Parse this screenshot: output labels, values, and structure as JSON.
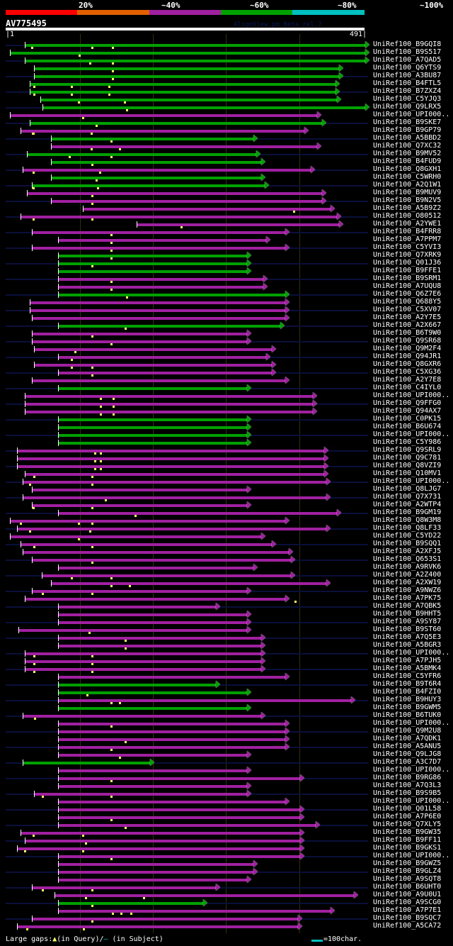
{
  "header": {
    "percent_labels": [
      "20%",
      "~40%",
      "~60%",
      "~80%",
      "~100%"
    ],
    "percent_colors": [
      "#ff0000",
      "#e06000",
      "#a020a0",
      "#00a000",
      "#00c0c0"
    ],
    "query_id": "AV775495",
    "version": "AlignView.pm Beta rel.7",
    "ruler_start": "|1",
    "ruler_end": "491|",
    "query_length": 491
  },
  "colors": {
    "g": "#00a000",
    "m": "#a020a0",
    "gap_marker": "#ffff66",
    "navy": "#0a0f3a"
  },
  "rows": [
    [
      "UniRef100_B9GQI8",
      24,
      491,
      "g",
      [
        34,
        116,
        145
      ]
    ],
    [
      "UniRef100_B9S517",
      4,
      491,
      "g",
      [
        99
      ]
    ],
    [
      "UniRef100_A7QAD5",
      24,
      491,
      "g",
      [
        114,
        145
      ]
    ],
    [
      "UniRef100_Q6YTS9",
      37,
      455,
      "g",
      [
        145
      ]
    ],
    [
      "UniRef100_A3BU87",
      37,
      455,
      "g",
      [
        145
      ]
    ],
    [
      "UniRef100_B4FTL5",
      31,
      450,
      "g",
      [
        37,
        88,
        140
      ]
    ],
    [
      "UniRef100_B7ZXZ4",
      31,
      450,
      "g",
      [
        37,
        88,
        140
      ]
    ],
    [
      "UniRef100_C5YJQ3",
      46,
      452,
      "g",
      [
        98,
        161
      ]
    ],
    [
      "UniRef100_Q9LRX5",
      49,
      491,
      "g",
      [
        164
      ]
    ],
    [
      "UniRef100_UPI000..",
      4,
      425,
      "m",
      [
        104
      ]
    ],
    [
      "UniRef100_B9SKE7",
      31,
      432,
      "g",
      [
        122
      ]
    ],
    [
      "UniRef100_B9GP79",
      18,
      408,
      "m",
      [
        35,
        36,
        115
      ]
    ],
    [
      "UniRef100_A5BBD2",
      60,
      338,
      "g",
      [
        143
      ]
    ],
    [
      "UniRef100_Q7XC32",
      60,
      425,
      "m",
      [
        115,
        154
      ]
    ],
    [
      "UniRef100_B9MV52",
      27,
      342,
      "g",
      [
        85,
        143
      ]
    ],
    [
      "UniRef100_B4FUD9",
      60,
      348,
      "g",
      [
        116
      ]
    ],
    [
      "UniRef100_Q8GXH1",
      21,
      416,
      "m",
      [
        36,
        127
      ]
    ],
    [
      "UniRef100_C5WRH0",
      60,
      348,
      "g",
      [
        122
      ]
    ],
    [
      "UniRef100_A2Q1W1",
      34,
      353,
      "g",
      [
        36,
        124
      ]
    ],
    [
      "UniRef100_B9MUV9",
      27,
      432,
      "m",
      [
        116
      ]
    ],
    [
      "UniRef100_B9N2V5",
      60,
      432,
      "m",
      [
        116
      ]
    ],
    [
      "UniRef100_A5B9Z2",
      104,
      443,
      "m",
      [
        393
      ]
    ],
    [
      "UniRef100_O80512",
      18,
      452,
      "m",
      [
        36,
        116
      ]
    ],
    [
      "UniRef100_A2YWE1",
      178,
      455,
      "m",
      [
        239
      ]
    ],
    [
      "UniRef100_B4FRR8",
      34,
      381,
      "m",
      [
        143
      ]
    ],
    [
      "UniRef100_A7PPM7",
      70,
      355,
      "m",
      [
        143
      ]
    ],
    [
      "UniRef100_C5YVI3",
      34,
      381,
      "m",
      [
        143
      ]
    ],
    [
      "UniRef100_Q7XRK9",
      70,
      329,
      "g",
      [
        143
      ]
    ],
    [
      "UniRef100_Q01J36",
      70,
      329,
      "g",
      [
        116
      ]
    ],
    [
      "UniRef100_B9FFE1",
      70,
      329,
      "g",
      []
    ],
    [
      "UniRef100_B9SRM1",
      70,
      351,
      "m",
      [
        143
      ]
    ],
    [
      "UniRef100_A7UQU8",
      70,
      351,
      "m",
      [
        143
      ]
    ],
    [
      "UniRef100_Q6Z7E6",
      70,
      381,
      "g",
      [
        164
      ]
    ],
    [
      "UniRef100_Q688Y5",
      31,
      381,
      "m",
      []
    ],
    [
      "UniRef100_C5XV07",
      31,
      381,
      "m",
      []
    ],
    [
      "UniRef100_A2Y7E5",
      34,
      381,
      "m",
      []
    ],
    [
      "UniRef100_A2X667",
      70,
      375,
      "g",
      [
        162
      ]
    ],
    [
      "UniRef100_B6T9W0",
      34,
      329,
      "m",
      [
        116
      ]
    ],
    [
      "UniRef100_Q9SR68",
      34,
      329,
      "m",
      [
        143
      ]
    ],
    [
      "UniRef100_Q9M2F4",
      37,
      363,
      "m",
      [
        93
      ]
    ],
    [
      "UniRef100_Q94JR1",
      70,
      355,
      "m",
      [
        88
      ]
    ],
    [
      "UniRef100_Q8GXR6",
      37,
      363,
      "m",
      [
        88,
        116
      ]
    ],
    [
      "UniRef100_C5XG36",
      70,
      363,
      "m",
      [
        116
      ]
    ],
    [
      "UniRef100_A2Y7E8",
      34,
      381,
      "m",
      []
    ],
    [
      "UniRef100_C4IYL0",
      70,
      329,
      "g",
      []
    ],
    [
      "UniRef100_UPI000..",
      24,
      419,
      "m",
      [
        128,
        146
      ]
    ],
    [
      "UniRef100_Q9FFG0",
      24,
      419,
      "m",
      [
        128,
        146
      ]
    ],
    [
      "UniRef100_Q94AX7",
      24,
      419,
      "m",
      [
        128,
        146
      ]
    ],
    [
      "UniRef100_C0PK15",
      70,
      329,
      "g",
      []
    ],
    [
      "UniRef100_B6U674",
      70,
      329,
      "g",
      []
    ],
    [
      "UniRef100_UPI000..",
      70,
      329,
      "g",
      []
    ],
    [
      "UniRef100_C5Y986",
      70,
      329,
      "g",
      []
    ],
    [
      "UniRef100_Q9SRL9",
      14,
      435,
      "m",
      [
        120,
        128
      ]
    ],
    [
      "UniRef100_Q9C781",
      14,
      435,
      "m",
      [
        120,
        128
      ]
    ],
    [
      "UniRef100_Q8VZI9",
      14,
      435,
      "m",
      [
        120,
        128
      ]
    ],
    [
      "UniRef100_Q10MV1",
      24,
      435,
      "m",
      [
        37,
        116
      ]
    ],
    [
      "UniRef100_UPI000..",
      21,
      438,
      "m",
      [
        31,
        116
      ]
    ],
    [
      "UniRef100_Q8LJG7",
      34,
      329,
      "m",
      []
    ],
    [
      "UniRef100_Q7X731",
      21,
      438,
      "m",
      [
        135
      ]
    ],
    [
      "UniRef100_A2WTP4",
      34,
      329,
      "m",
      [
        36,
        116
      ]
    ],
    [
      "UniRef100_B9GM19",
      70,
      452,
      "m",
      [
        176
      ]
    ],
    [
      "UniRef100_Q8W3M8",
      4,
      381,
      "m",
      [
        18,
        98,
        116
      ]
    ],
    [
      "UniRef100_Q8LF33",
      14,
      438,
      "m",
      [
        31,
        114
      ]
    ],
    [
      "UniRef100_C5YD22",
      4,
      348,
      "m",
      [
        98
      ]
    ],
    [
      "UniRef100_B9SQQ1",
      18,
      363,
      "m",
      [
        37,
        116
      ]
    ],
    [
      "UniRef100_A2XFJ5",
      21,
      386,
      "m",
      []
    ],
    [
      "UniRef100_Q653S1",
      34,
      389,
      "m",
      [
        116
      ]
    ],
    [
      "UniRef100_A9RVK6",
      70,
      338,
      "m",
      []
    ],
    [
      "UniRef100_A2Z400",
      48,
      389,
      "m",
      [
        88,
        143
      ]
    ],
    [
      "UniRef100_A2XW19",
      60,
      438,
      "m",
      [
        143,
        168
      ]
    ],
    [
      "UniRef100_A9NWZ6",
      34,
      329,
      "m",
      [
        49,
        116
      ]
    ],
    [
      "UniRef100_A7PK75",
      24,
      381,
      "m",
      [
        395
      ]
    ],
    [
      "UniRef100_A7QBK5",
      70,
      286,
      "m",
      []
    ],
    [
      "UniRef100_B9HHT5",
      70,
      329,
      "m",
      []
    ],
    [
      "UniRef100_A9SY87",
      70,
      329,
      "m",
      []
    ],
    [
      "UniRef100_B9ST60",
      16,
      329,
      "m",
      [
        113
      ]
    ],
    [
      "UniRef100_A7Q5E3",
      70,
      348,
      "m",
      [
        162
      ]
    ],
    [
      "UniRef100_A5BGR3",
      70,
      348,
      "m",
      [
        162
      ]
    ],
    [
      "UniRef100_UPI000..",
      24,
      348,
      "m",
      [
        37,
        116
      ]
    ],
    [
      "UniRef100_A7PJH5",
      24,
      348,
      "m",
      [
        37,
        116
      ]
    ],
    [
      "UniRef100_A5BMK4",
      24,
      348,
      "m",
      [
        37,
        116
      ]
    ],
    [
      "UniRef100_C5YFR6",
      70,
      381,
      "m",
      []
    ],
    [
      "UniRef100_B9T6R4",
      70,
      286,
      "g",
      []
    ],
    [
      "UniRef100_B4FZI0",
      70,
      329,
      "g",
      [
        110
      ]
    ],
    [
      "UniRef100_B9HUY3",
      70,
      472,
      "m",
      [
        143,
        154
      ]
    ],
    [
      "UniRef100_B9GWM5",
      70,
      329,
      "g",
      []
    ],
    [
      "UniRef100_B6TUK0",
      21,
      348,
      "m",
      [
        38
      ]
    ],
    [
      "UniRef100_UPI000..",
      70,
      381,
      "m",
      [
        143
      ]
    ],
    [
      "UniRef100_Q9M2U8",
      70,
      381,
      "m",
      []
    ],
    [
      "UniRef100_A7QDK1",
      70,
      381,
      "m",
      [
        162
      ]
    ],
    [
      "UniRef100_A5ANU5",
      70,
      381,
      "m",
      [
        143
      ]
    ],
    [
      "UniRef100_Q9LJG8",
      70,
      329,
      "m",
      [
        154
      ]
    ],
    [
      "UniRef100_A3C7D7",
      21,
      196,
      "g",
      []
    ],
    [
      "UniRef100_UPI000..",
      70,
      329,
      "m",
      []
    ],
    [
      "UniRef100_B9RG86",
      70,
      402,
      "m",
      [
        143
      ]
    ],
    [
      "UniRef100_A7Q3L3",
      70,
      329,
      "m",
      []
    ],
    [
      "UniRef100_B9S9B5",
      37,
      329,
      "m",
      [
        49,
        143
      ]
    ],
    [
      "UniRef100_UPI000..",
      70,
      381,
      "m",
      []
    ],
    [
      "UniRef100_Q01L58",
      70,
      402,
      "m",
      []
    ],
    [
      "UniRef100_A7P6E0",
      70,
      402,
      "m",
      [
        143
      ]
    ],
    [
      "UniRef100_Q7XLY5",
      70,
      423,
      "m",
      [
        162
      ]
    ],
    [
      "UniRef100_B9GW35",
      18,
      402,
      "m",
      [
        36,
        104
      ]
    ],
    [
      "UniRef100_B9FF11",
      24,
      402,
      "m",
      [
        108
      ]
    ],
    [
      "UniRef100_B9GKS1",
      14,
      402,
      "m",
      [
        24,
        104
      ]
    ],
    [
      "UniRef100_UPI000..",
      70,
      402,
      "m",
      [
        143
      ]
    ],
    [
      "UniRef100_B9GWZ5",
      70,
      338,
      "m",
      []
    ],
    [
      "UniRef100_B9GLZ4",
      70,
      338,
      "m",
      []
    ],
    [
      "UniRef100_A9SQT8",
      70,
      329,
      "m",
      []
    ],
    [
      "UniRef100_B6UHT0",
      34,
      286,
      "m",
      [
        49,
        116
      ]
    ],
    [
      "UniRef100_A9U0U1",
      65,
      475,
      "m",
      [
        108,
        187
      ]
    ],
    [
      "UniRef100_A9SCG0",
      70,
      269,
      "g",
      [
        116
      ]
    ],
    [
      "UniRef100_A7P7E1",
      70,
      443,
      "m",
      [
        145,
        156,
        170
      ]
    ],
    [
      "UniRef100_B9SQC7",
      34,
      399,
      "m",
      [
        116
      ]
    ],
    [
      "UniRef100_A5CA72",
      14,
      399,
      "m",
      [
        27,
        105
      ]
    ]
  ],
  "legend": {
    "prefix": "Large gaps:",
    "query_marker": "▲",
    "query_text": "(in Query)/",
    "subject_marker": "–",
    "subject_text": " (in Subject)",
    "scale_text": "=100char."
  }
}
